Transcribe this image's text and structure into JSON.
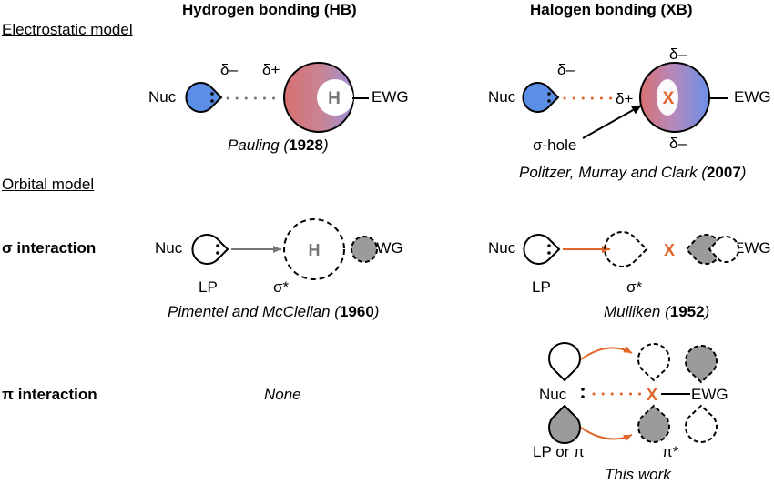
{
  "headers": {
    "hb": "Hydrogen bonding (HB)",
    "xb": "Halogen bonding (XB)"
  },
  "sections": {
    "electrostatic": "Electrostatic model",
    "orbital": "Orbital model"
  },
  "rows": {
    "sigma": "σ interaction",
    "pi": "π interaction"
  },
  "labels": {
    "nuc": "Nuc",
    "ewg": "EWG",
    "h": "H",
    "x": "X",
    "colon": ":",
    "delta_minus": "δ–",
    "delta_plus": "δ+",
    "sigma_hole": "σ-hole",
    "lp": "LP",
    "sigma_star": "σ*",
    "lp_or_pi": "LP or π",
    "pi_star": "π*",
    "none": "None"
  },
  "citations": {
    "pauling": {
      "text": "Pauling (",
      "year": "1928",
      "close": ")"
    },
    "politzer": {
      "text": "Politzer, Murray and Clark (",
      "year": "2007",
      "close": ")"
    },
    "pimentel": {
      "text": "Pimentel and McClellan (",
      "year": "1960",
      "close": ")"
    },
    "mulliken": {
      "text": "Mulliken (",
      "year": "1952",
      "close": ")"
    },
    "this_work": "This work"
  },
  "colors": {
    "blue": "#5b8ee6",
    "red": "#d87777",
    "orange": "#e0662a",
    "gray": "#8a8a8a",
    "lobe_gray": "#9b9b9b"
  }
}
